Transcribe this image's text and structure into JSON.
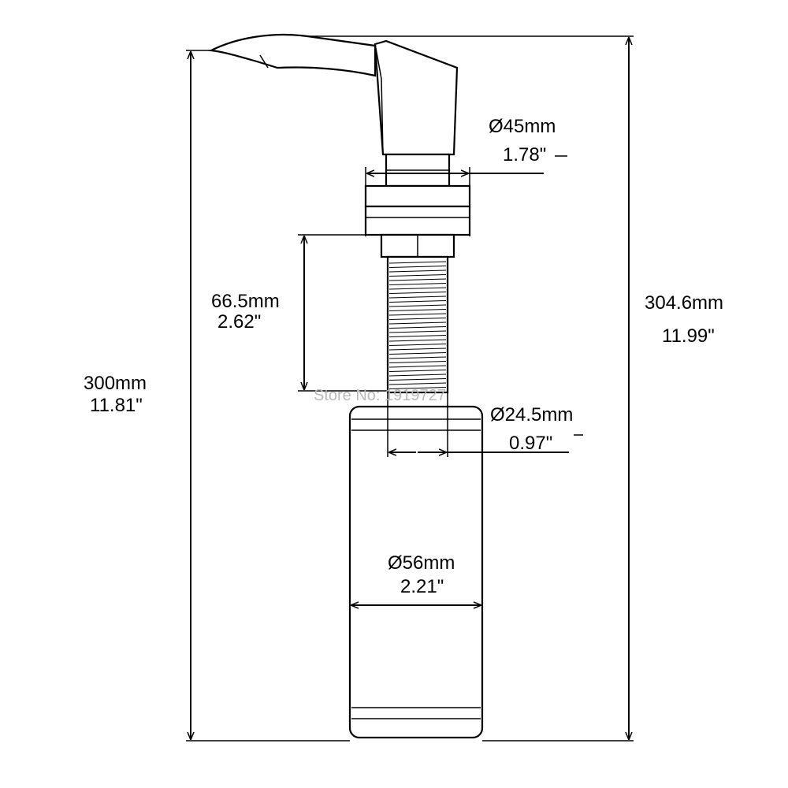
{
  "dimensions": {
    "total_height": {
      "mm": "300mm",
      "inch": "11.81\""
    },
    "overall_height": {
      "mm": "304.6mm",
      "inch": "11.99\""
    },
    "flange_diameter": {
      "mm": "Ø45mm",
      "inch": "1.78\""
    },
    "thread_length": {
      "mm": "66.5mm",
      "inch": "2.62\""
    },
    "thread_diameter": {
      "mm": "Ø24.5mm",
      "inch": "0.97\""
    },
    "bottle_diameter": {
      "mm": "Ø56mm",
      "inch": "2.21\""
    }
  },
  "watermark": "Store No: 1919727",
  "colors": {
    "stroke": "#000000",
    "background": "#ffffff",
    "watermark": "#b9b9b9"
  }
}
